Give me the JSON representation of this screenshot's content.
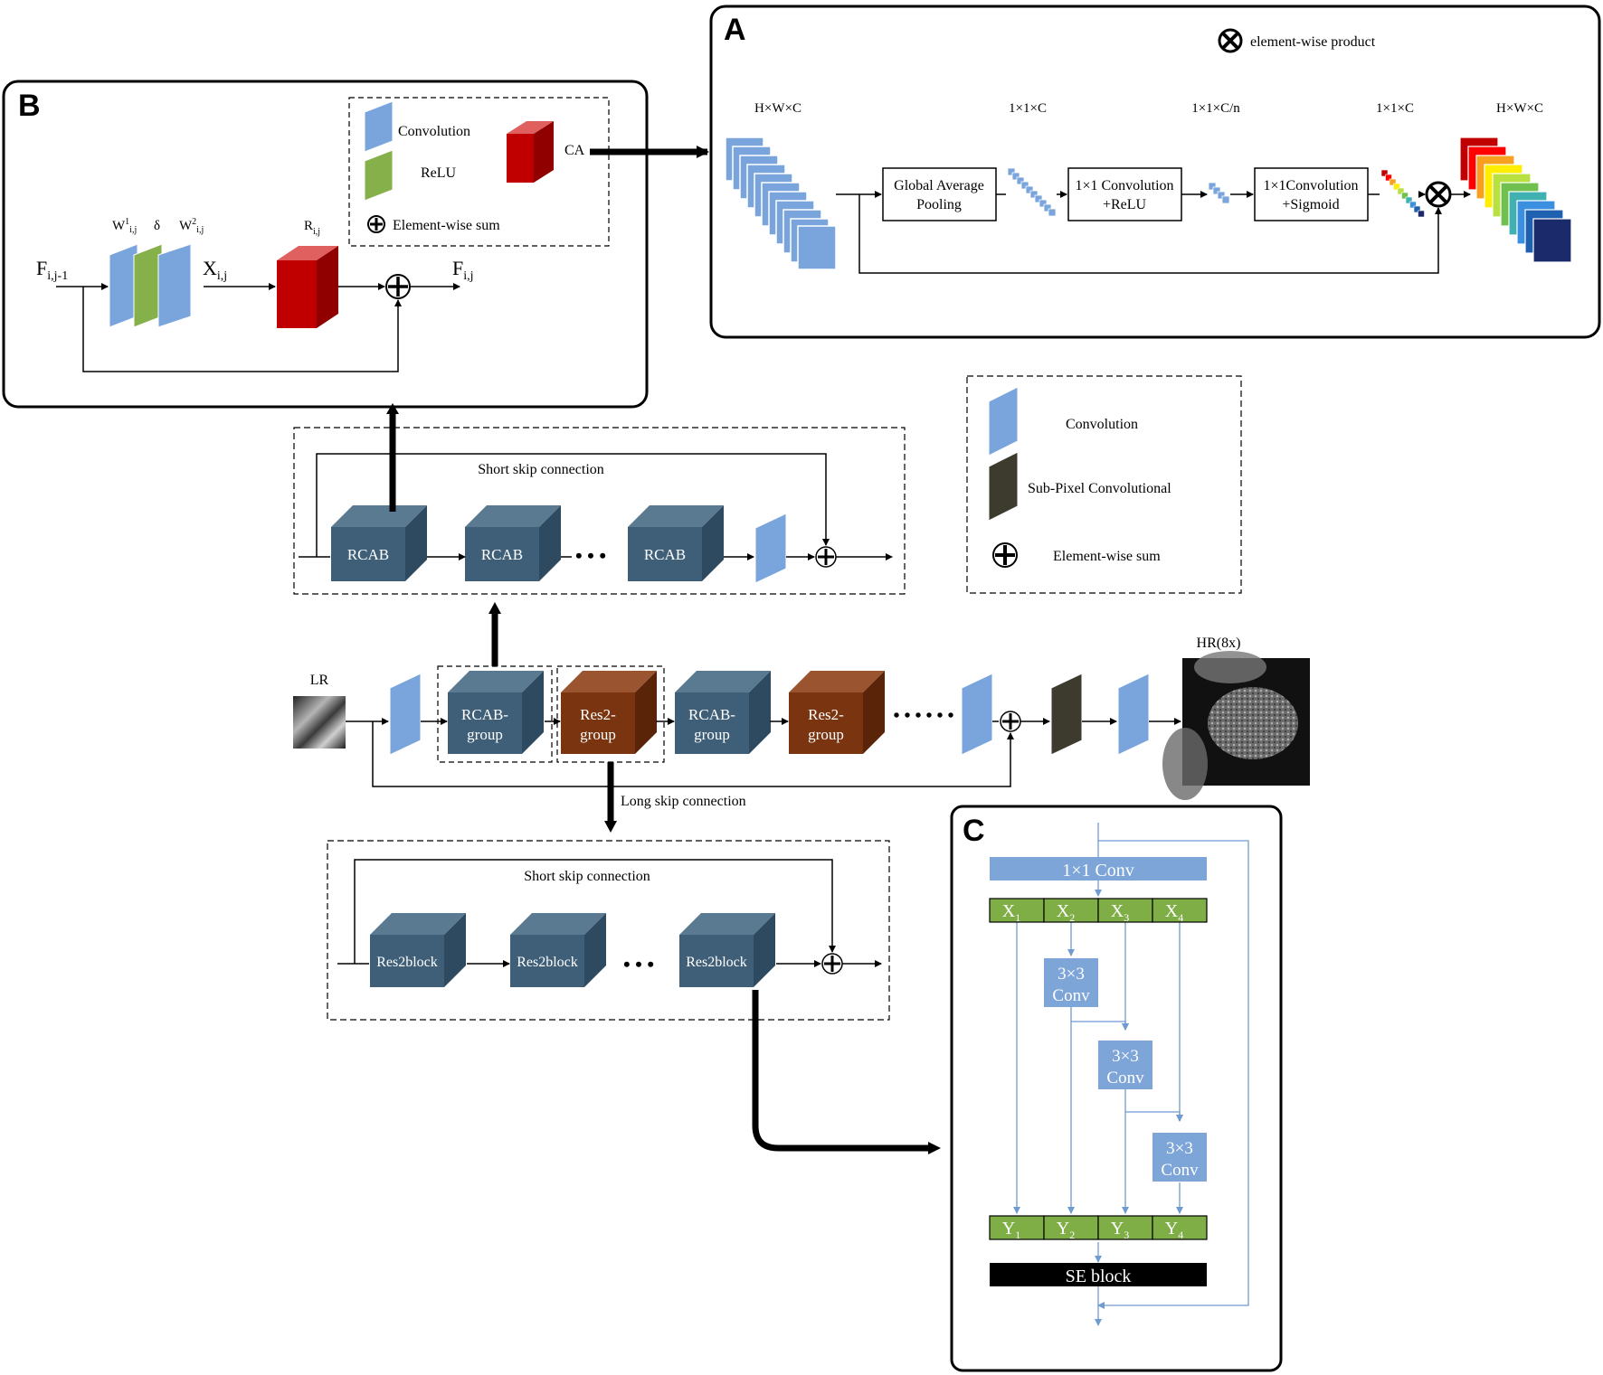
{
  "panels": {
    "A": "A",
    "B": "B",
    "C": "C"
  },
  "colors": {
    "conv_blue": "#7aa5dc",
    "relu_green": "#86b04a",
    "ca_red": "#c00000",
    "block_slate": "#3f5f78",
    "res2_brown": "#7a3510",
    "subpixel_dark": "#3d3a2e",
    "c_blue": "#7ea5d8",
    "c_green": "#7fae46"
  },
  "panel_a": {
    "legend_product": "element-wise product",
    "dims": [
      "H×W×C",
      "1×1×C",
      "1×1×C/n",
      "1×1×C",
      "H×W×C"
    ],
    "boxes": [
      {
        "line1": "Global Average",
        "line2": "Pooling"
      },
      {
        "line1": "1×1 Convolution",
        "line2": "+ReLU"
      },
      {
        "line1": "1×1Convolution",
        "line2": "+Sigmoid"
      }
    ],
    "rainbow": [
      "#c00000",
      "#ff0000",
      "#f7a020",
      "#ffee00",
      "#b8e040",
      "#70c050",
      "#40b0b0",
      "#3a8fe0",
      "#2060b0",
      "#1a2a6a"
    ]
  },
  "panel_b": {
    "legend": {
      "convolution": "Convolution",
      "relu": "ReLU",
      "ca": "CA",
      "sum": "Element-wise sum"
    },
    "label_in": {
      "main": "F",
      "sub": "i,j-1"
    },
    "label_w1": {
      "main": "W",
      "sup": "1",
      "sub": "i,j"
    },
    "label_delta": "δ",
    "label_w2": {
      "main": "W",
      "sup": "2",
      "sub": "i,j"
    },
    "label_x": {
      "main": "X",
      "sub": "i,j"
    },
    "label_r": {
      "main": "R",
      "sub": "i,j"
    },
    "label_out": {
      "main": "F",
      "sub": "i,j"
    }
  },
  "top_group": {
    "skip_label": "Short skip connection",
    "blocks": [
      "RCAB",
      "RCAB",
      "RCAB"
    ],
    "dots": "• • •"
  },
  "legend2": {
    "convolution": "Convolution",
    "subpixel": "Sub-Pixel Convolutional",
    "sum": "Element-wise sum"
  },
  "main_chain": {
    "lr_label": "LR",
    "hr_label": "HR(8x)",
    "groups": [
      {
        "line1": "RCAB-",
        "line2": "group"
      },
      {
        "line1": "Res2-",
        "line2": "group"
      },
      {
        "line1": "RCAB-",
        "line2": "group"
      },
      {
        "line1": "Res2-",
        "line2": "group"
      }
    ],
    "dots": "• • • • • •",
    "long_skip_label": "Long skip connection"
  },
  "bottom_group": {
    "skip_label": "Short skip connection",
    "blocks": [
      "Res2block",
      "Res2block",
      "Res2block"
    ],
    "dots": "• • •"
  },
  "panel_c": {
    "conv1x1": "1×1 Conv",
    "x_cells": [
      {
        "main": "X",
        "sub": "1"
      },
      {
        "main": "X",
        "sub": "2"
      },
      {
        "main": "X",
        "sub": "3"
      },
      {
        "main": "X",
        "sub": "4"
      }
    ],
    "conv3x3": [
      {
        "line1": "3×3",
        "line2": "Conv"
      },
      {
        "line1": "3×3",
        "line2": "Conv"
      },
      {
        "line1": "3×3",
        "line2": "Conv"
      }
    ],
    "y_cells": [
      {
        "main": "Y",
        "sub": "1"
      },
      {
        "main": "Y",
        "sub": "2"
      },
      {
        "main": "Y",
        "sub": "3"
      },
      {
        "main": "Y",
        "sub": "4"
      }
    ],
    "se_block": "SE block"
  }
}
